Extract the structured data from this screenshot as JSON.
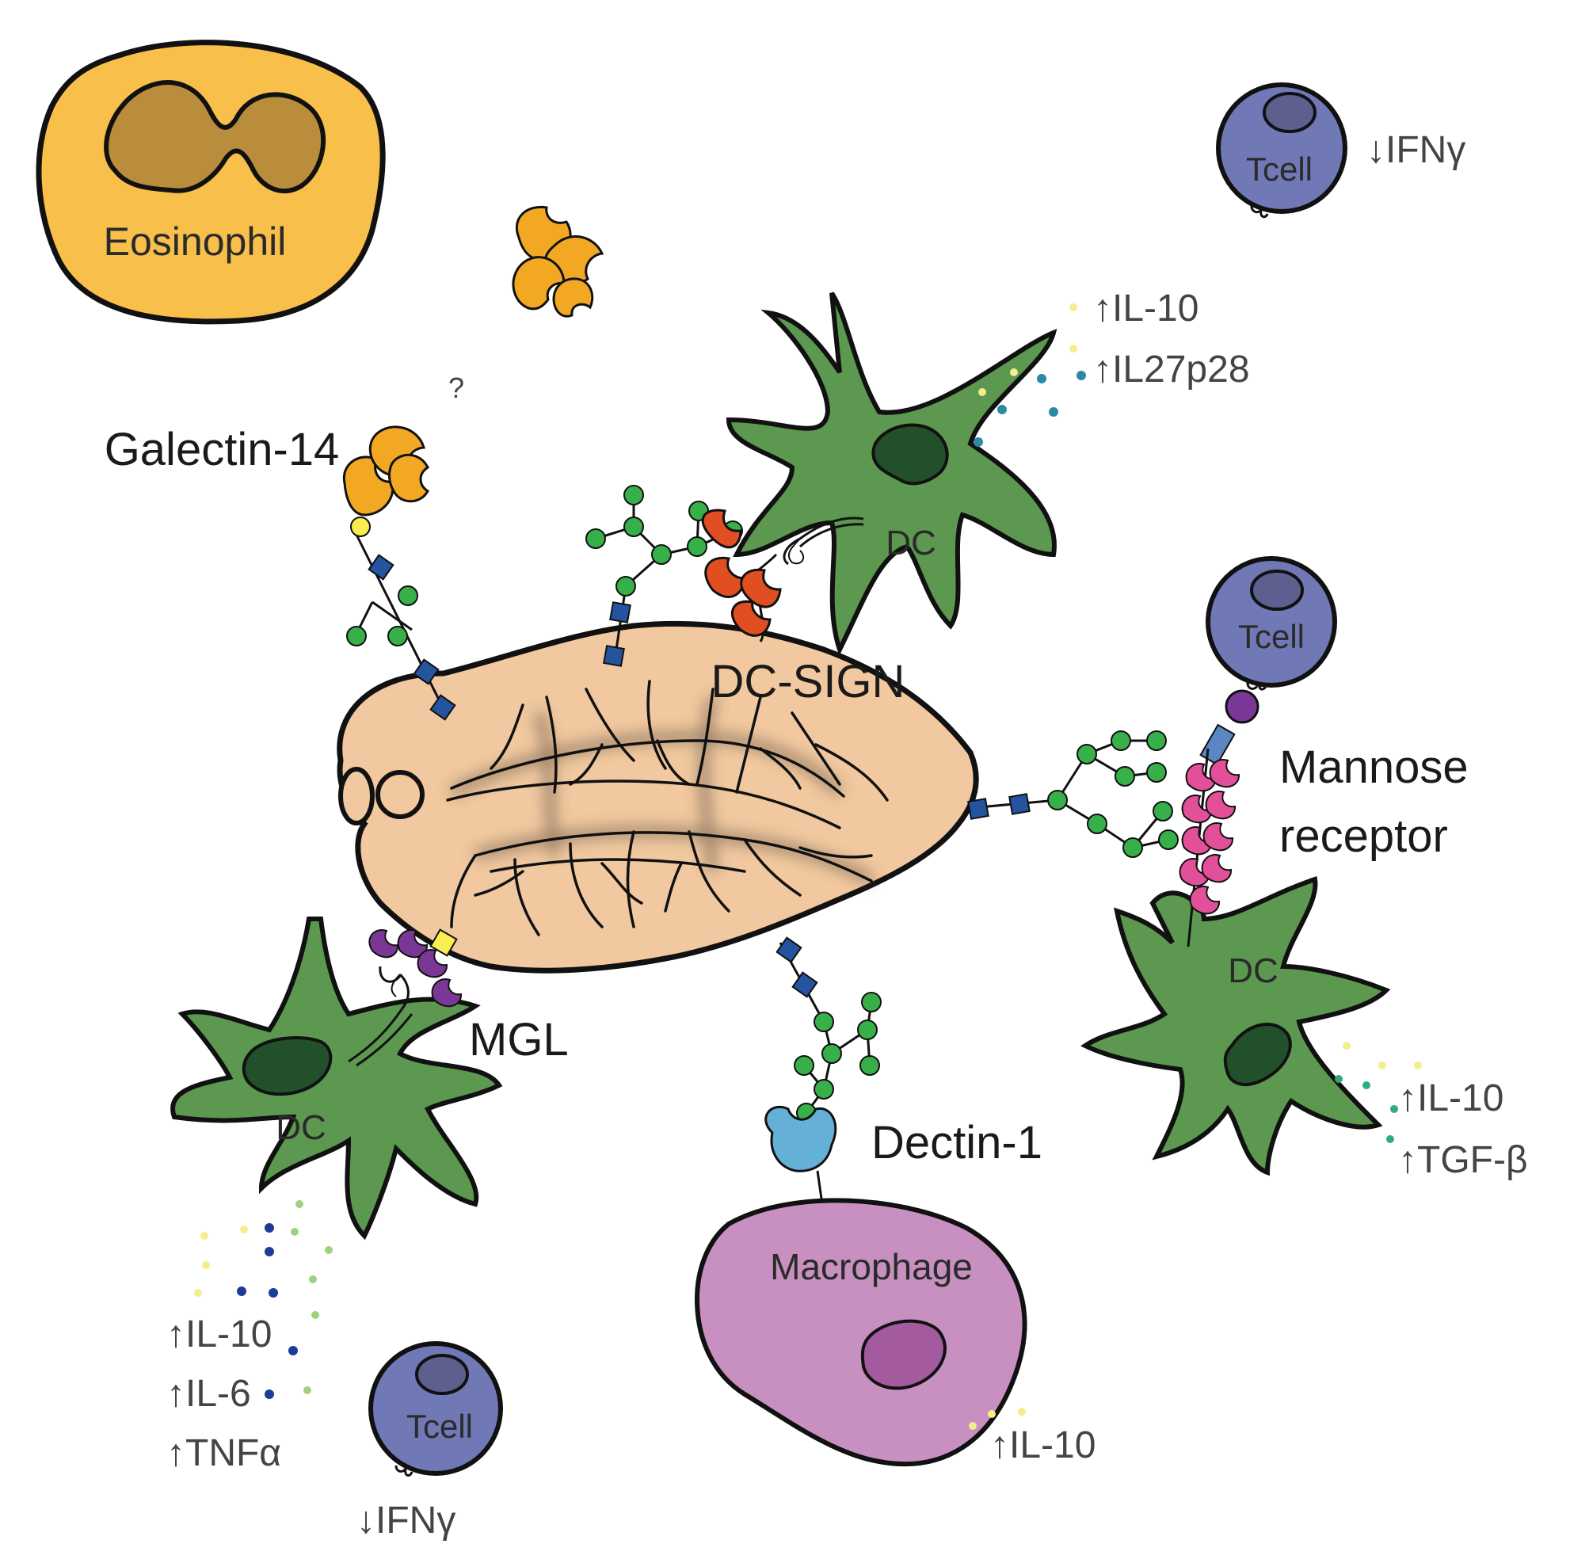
{
  "colors": {
    "eosinophil": "#f8bf4b",
    "eosinophil_nucleus": "#b98d3c",
    "galectin": "#f3a824",
    "dc_body": "#5c9850",
    "dc_nucleus": "#22502a",
    "tcell": "#7078b5",
    "macrophage": "#c790c0",
    "macrophage_nucleus": "#a45a9e",
    "parasite": "#f1c89f",
    "dc_sign": "#e04e22",
    "mgl": "#7b3796",
    "mannose_receptor": "#e2509a",
    "dectin": "#65b0d6",
    "glycan_green": "#38b04a",
    "glycan_blue": "#24549f",
    "glycan_yellow": "#f8ee50",
    "cytokine_yellow": "#f2ee8a",
    "cytokine_teal": "#2d8aa3",
    "cytokine_navy": "#1c3c98",
    "cytokine_lightgreen": "#9ed27f",
    "cytokine_green": "#33aa7a"
  },
  "cells": {
    "eosinophil": "Eosinophil",
    "dc": "DC",
    "tcell": "Tcell",
    "macrophage": "Macrophage"
  },
  "receptors": {
    "galectin": "Galectin-14",
    "question": "?",
    "dc_sign": "DC-SIGN",
    "mannose_line1": "Mannose",
    "mannose_line2": "receptor",
    "mgl": "MGL",
    "dectin": "Dectin-1"
  },
  "cytokines": {
    "top_tcell": "↓IFNγ",
    "dc_sign_il10": "↑IL-10",
    "dc_sign_il27": "↑IL27p28",
    "mannose_il10": "↑IL-10",
    "mannose_tgfb": "↑TGF-β",
    "mgl_il10": "↑IL-10",
    "mgl_il6": "↑IL-6",
    "mgl_tnfa": "↑TNFα",
    "bottom_tcell": "↓IFNγ",
    "macrophage_il10": "↑IL-10"
  }
}
